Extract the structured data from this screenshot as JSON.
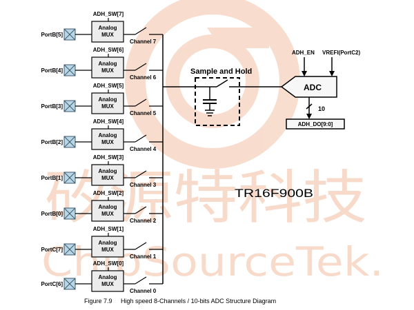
{
  "watermark": {
    "chinese": "矽源特科技",
    "english": "ChipSourceTek."
  },
  "chip_name": "TR16F900B",
  "sample_and_hold": {
    "label": "Sample and Hold"
  },
  "adc": {
    "label": "ADC",
    "enable_label": "ADH_EN",
    "vref_label": "VREFI(PortC2)",
    "bits_label": "10",
    "output_label": "ADH_DO[9:0]"
  },
  "channels": [
    {
      "port": "PortB[5]",
      "switch": "ADH_SW[7]",
      "mux": "Analog\nMUX",
      "channel": "Channel 7"
    },
    {
      "port": "PortB[4]",
      "switch": "ADH_SW[6]",
      "mux": "Analog\nMUX",
      "channel": "Channel 6"
    },
    {
      "port": "PortB[3]",
      "switch": "ADH_SW[5]",
      "mux": "Analog\nMUX",
      "channel": "Channel 5"
    },
    {
      "port": "PortB[2]",
      "switch": "ADH_SW[4]",
      "mux": "Analog\nMUX",
      "channel": "Channel 4"
    },
    {
      "port": "PortB[1]",
      "switch": "ADH_SW[3]",
      "mux": "Analog\nMUX",
      "channel": "Channel 3"
    },
    {
      "port": "PortB[0]",
      "switch": "ADH_SW[2]",
      "mux": "Analog\nMUX",
      "channel": "Channel 2"
    },
    {
      "port": "PortC[7]",
      "switch": "ADH_SW[1]",
      "mux": "Analog\nMUX",
      "channel": "Channel 1"
    },
    {
      "port": "PortC[6]",
      "switch": "ADH_SW[0]",
      "mux": "Analog\nMUX",
      "channel": "Channel 0"
    }
  ],
  "caption": "Figure 7.9     High speed 8-Channels / 10-bits ADC Structure Diagram",
  "colors": {
    "watermark": "#f3c3a8",
    "box_fill": "#ececec",
    "port_fill": "#b9d6e6",
    "line": "#000000"
  }
}
